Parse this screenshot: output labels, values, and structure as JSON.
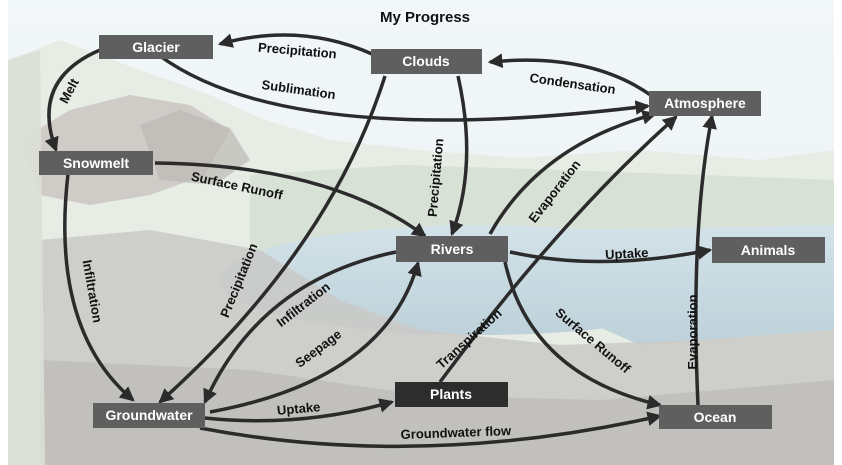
{
  "title": "My Progress",
  "colors": {
    "node": "#5f5f5f",
    "node_dark": "#2d2d2d",
    "arrow": "#2b2b2b",
    "sky": "#e9f2f5",
    "water": "#b8cfd8",
    "land": "#c9cfc4"
  },
  "nodes": {
    "glacier": "Glacier",
    "clouds": "Clouds",
    "atmosphere": "Atmosphere",
    "snowmelt": "Snowmelt",
    "rivers": "Rivers",
    "animals": "Animals",
    "plants": "Plants",
    "groundwater": "Groundwater",
    "ocean": "Ocean"
  },
  "edges": {
    "clouds_glacier": "Precipitation",
    "glacier_atmosphere": "Sublimation",
    "atmosphere_clouds": "Condensation",
    "glacier_snowmelt": "Melt",
    "snowmelt_rivers": "Surface Runoff",
    "clouds_rivers": "Precipitation",
    "rivers_atmosphere": "Evaporation",
    "rivers_animals": "Uptake",
    "clouds_groundwater": "Precipitation",
    "snowmelt_groundwater": "Infiltration",
    "rivers_groundwater": "Infiltration",
    "groundwater_rivers": "Seepage",
    "plants_atmosphere": "Transpiration",
    "rivers_ocean": "Surface Runoff",
    "ocean_atmosphere": "Evaporation",
    "groundwater_plants": "Uptake",
    "groundwater_ocean": "Groundwater flow"
  }
}
